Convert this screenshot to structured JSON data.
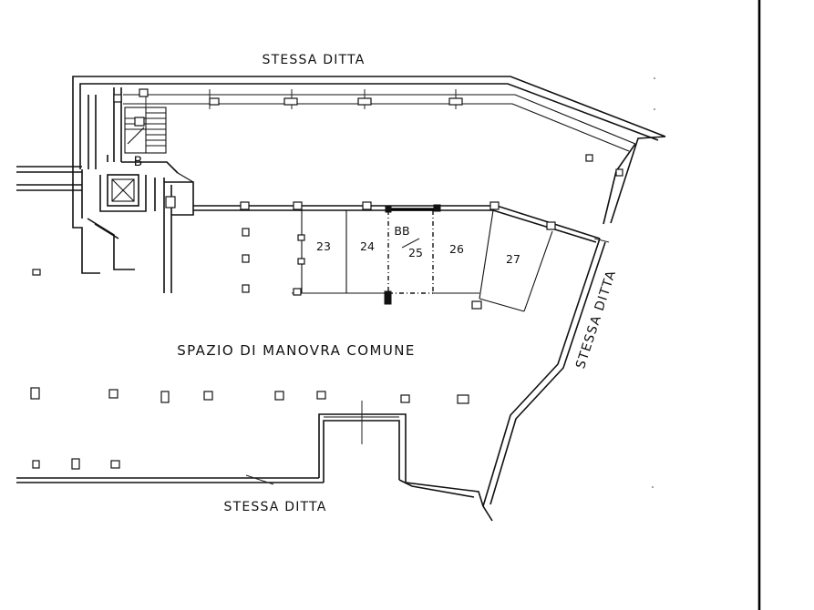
{
  "labels": {
    "top_neighbor": "STESSA DITTA",
    "bottom_neighbor": "STESSA DITTA",
    "right_neighbor": "STESSA DITTA",
    "maneuver_area": "SPAZIO DI MANOVRA COMUNE",
    "stair_block": "B"
  },
  "garage_units": [
    {
      "id": "23",
      "label": "23"
    },
    {
      "id": "24",
      "label": "24"
    },
    {
      "id": "25",
      "label_top": "BB",
      "label_bottom": "25",
      "highlighted": true
    },
    {
      "id": "26",
      "label": "26"
    },
    {
      "id": "27",
      "label": "27"
    }
  ],
  "colors": {
    "line": "#111111",
    "background": "#ffffff"
  }
}
